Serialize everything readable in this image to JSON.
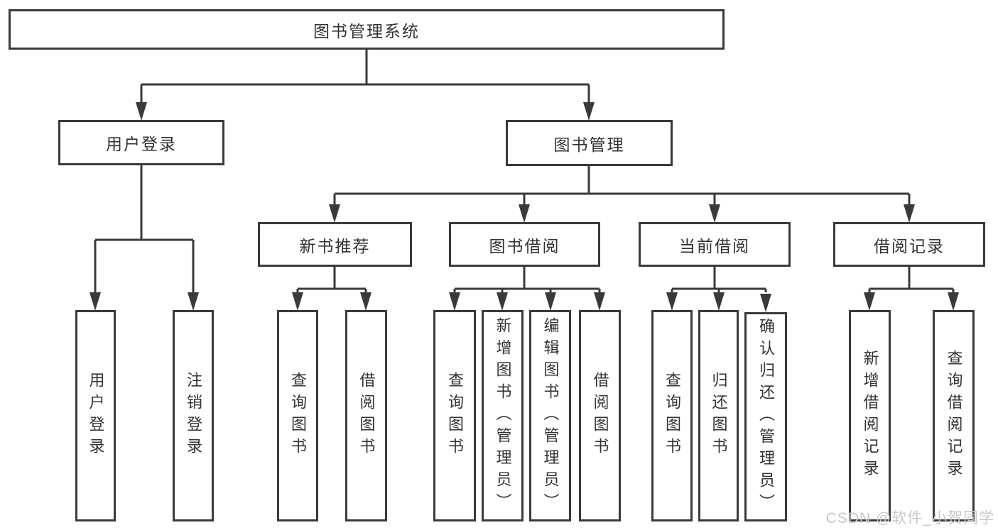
{
  "colors": {
    "line": "#3a3a3a",
    "text": "#333333",
    "watermark": "#c8c8c8",
    "background": "#ffffff"
  },
  "watermark": {
    "text": "CSDN @软件_小贺同学"
  },
  "tree": {
    "label": "图书管理系统",
    "children": [
      {
        "label": "用户登录",
        "children": [
          {
            "label": "用户登录"
          },
          {
            "label": "注销登录"
          }
        ]
      },
      {
        "label": "图书管理",
        "children": [
          {
            "label": "新书推荐",
            "children": [
              {
                "label": "查询图书"
              },
              {
                "label": "借阅图书"
              }
            ]
          },
          {
            "label": "图书借阅",
            "children": [
              {
                "label": "查询图书"
              },
              {
                "label": "新增图书（管理员）"
              },
              {
                "label": "编辑图书（管理员）"
              },
              {
                "label": "借阅图书"
              }
            ]
          },
          {
            "label": "当前借阅",
            "children": [
              {
                "label": "查询图书"
              },
              {
                "label": "归还图书"
              },
              {
                "label": "确认归还（管理员）"
              }
            ]
          },
          {
            "label": "借阅记录",
            "children": [
              {
                "label": "新增借阅记录"
              },
              {
                "label": "查询借阅记录"
              }
            ]
          }
        ]
      }
    ]
  }
}
